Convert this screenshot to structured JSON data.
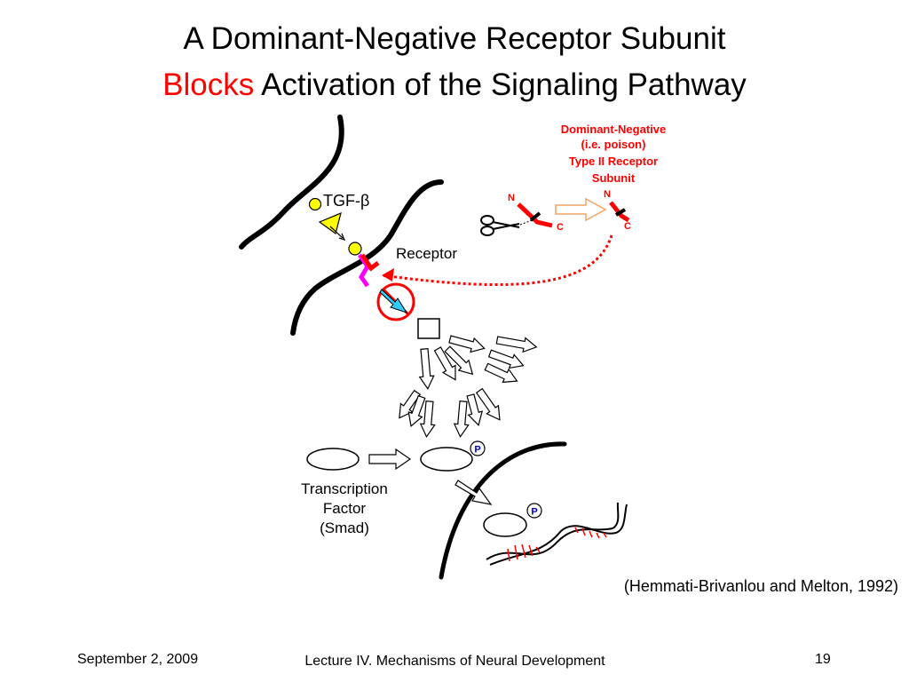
{
  "title": {
    "line1": "A Dominant-Negative Receptor Subunit",
    "line2_red": "Blocks",
    "line2_rest": "Activation of the Signaling Pathway"
  },
  "diagram": {
    "ligand_label": "TGF-β",
    "receptor_label": "Receptor",
    "dn_label_lines": [
      "Dominant-Negative",
      "(i.e. poison)",
      "Type II Receptor",
      "Subunit"
    ],
    "n_terminus": "N",
    "c_terminus": "C",
    "phospho_label": "P",
    "tf_label_lines": [
      "Transcription",
      "Factor",
      "(Smad)"
    ],
    "colors": {
      "red": "#ff0000",
      "magenta": "#ff00ff",
      "yellow": "#ffff00",
      "cyan": "#33ccff",
      "orange": "#f4a460",
      "blue": "#0000cc"
    }
  },
  "citation": "(Hemmati-Brivanlou and Melton, 1992)",
  "footer": {
    "date": "September 2, 2009",
    "lecture": "Lecture IV. Mechanisms of Neural Development",
    "page": "19"
  }
}
